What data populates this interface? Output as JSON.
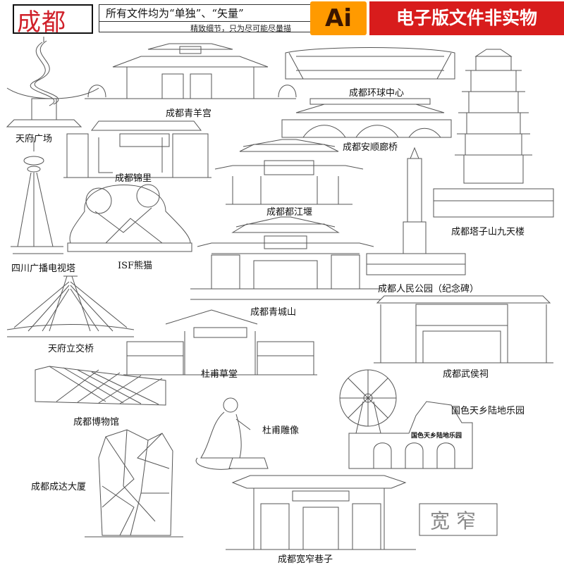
{
  "header": {
    "title": "成都",
    "note_line1": "所有文件均为“单独”、“矢量”",
    "note_line2": "精致细节，只为尽可能尽量描",
    "ai_badge": "Ai",
    "banner": "电子版文件非实物"
  },
  "labels": {
    "tianfu_square": "天府广场",
    "qingyang_palace": "成都青羊宫",
    "global_center": "成都环球中心",
    "anshun_bridge": "成都安顺廊桥",
    "jinli": "成都锦里",
    "dujiangyan": "成都都江堰",
    "tazishan": "成都塔子山九天楼",
    "tv_tower": "四川广播电视塔",
    "panda": "ISF熊猫",
    "qingchengshan": "成都青城山",
    "peoples_park": "成都人民公园（纪念碑）",
    "tianfu_bridge": "天府立交桥",
    "dufu_cottage": "杜甫草堂",
    "wuhou_shrine": "成都武侯祠",
    "museum": "成都博物馆",
    "dufu_statue": "杜甫雕像",
    "land_park": "国色天乡陆地乐园",
    "chengda_building": "成都成达大厦",
    "kuanzhai_alley": "成都宽窄巷子"
  },
  "signs": {
    "land_park_sign": "国色天乡陆地乐园",
    "kuanzhai_plaque": "宽 窄"
  },
  "colors": {
    "title_red": "#d0202a",
    "ai_orange": "#ff9a00",
    "banner_red": "#d81c1c",
    "line": "#555555"
  }
}
